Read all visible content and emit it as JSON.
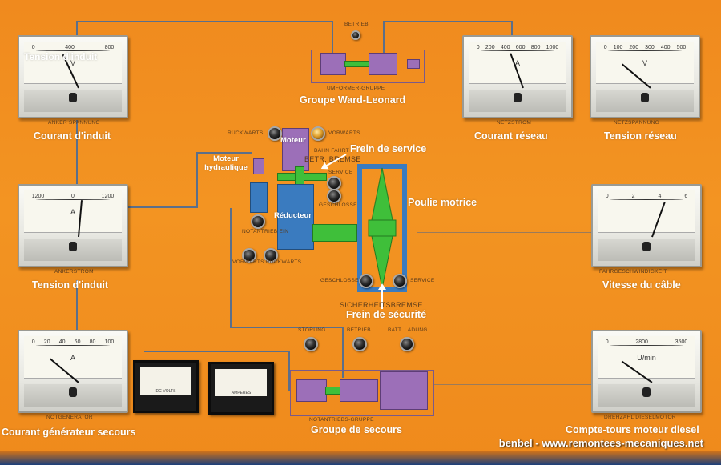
{
  "credit": "benbel - www.remontees-mecaniques.net",
  "captions": {
    "tension_induit_overlay": "Tension d'induit",
    "courant_induit_top": "Courant d'induit",
    "tension_induit": "Tension d'induit",
    "courant_generateur_secours": "Courant générateur secours",
    "ward_leonard": "Groupe Ward-Leonard",
    "moteur": "Moteur",
    "frein_service": "Frein de service",
    "moteur_hydraulique": "Moteur hydraulique",
    "reducteur": "Réducteur",
    "poulie_motrice": "Poulie motrice",
    "frein_securite": "Frein de sécurité",
    "groupe_secours": "Groupe de secours",
    "courant_reseau": "Courant réseau",
    "tension_reseau": "Tension réseau",
    "vitesse_cable": "Vitesse du câble",
    "compte_tours": "Compte-tours moteur diesel"
  },
  "plates": {
    "anker_spannung": "ANKER SPANNUNG",
    "ankerstrom": "ANKERSTROM",
    "notgenerator": "NOTGENERATOR",
    "betrieb_top": "BETRIEB",
    "umformer_gruppe": "UMFORMER-GRUPPE",
    "ruckwarts": "RÜCKWÄRTS",
    "vorwarts": "VORWÄRTS",
    "bahn_fahrt": "BAHN FAHRT",
    "betr_bremse": "BETR. BREMSE",
    "service_top": "SERVICE",
    "geschlossen_top": "GESCHLOSSEN",
    "notantrieb_ein": "NOTANTRIEB EIN",
    "vorwarts_ruckwarts": "VORWÄRTS RÜCKWÄRTS",
    "geschlossen_bottom": "GESCHLOSSEN",
    "service_bottom": "SERVICE",
    "sicherheitsbremse": "SICHERHEITSBREMSE",
    "storung": "STÖRUNG",
    "betrieb_bottom": "BETRIEB",
    "batt_ladung": "BATT. LADUNG",
    "notantriebs_gruppe": "NOTANTRIEBS-GRUPPE",
    "netzstrom": "NETZSTROM",
    "netzspannung": "NETZSPANNUNG",
    "fahrgeschwindigkeit": "FAHRGESCHWINDIGKEIT",
    "drehzahl_dieselmotor": "DREHZAHL DIESELMOTOR"
  },
  "meters": {
    "anker_spannung": {
      "unit": "V",
      "scale_mid": "400",
      "scale_max": "800"
    },
    "ankerstrom": {
      "unit": "A",
      "scale_min": "1200",
      "scale_max": "1200"
    },
    "notgenerator": {
      "unit": "A",
      "scale_max": "100"
    },
    "dc_volts": {
      "label": "DC-VOLTS"
    },
    "amperes": {
      "label": "AMPERES"
    },
    "netzstrom": {
      "unit": "A",
      "scale_max": "1000"
    },
    "netzspannung": {
      "unit": "V",
      "scale_max": "500"
    },
    "fahrgeschwindigkeit": {
      "scale_max": "6"
    },
    "drehzahl": {
      "unit": "U/min",
      "scale_mid": "2800",
      "scale_max": "3500"
    }
  }
}
